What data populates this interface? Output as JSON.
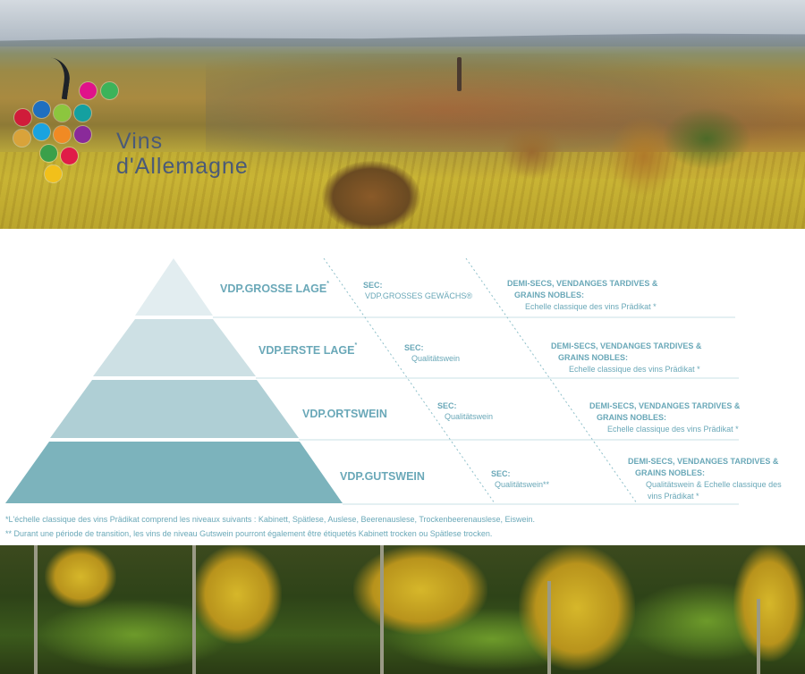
{
  "logo": {
    "line1": "Vins",
    "line2": "d'Allemagne",
    "grape_colors": [
      "#e0128a",
      "#3cb35a",
      "#d01c3a",
      "#1f6fc0",
      "#8cc63e",
      "#14a0a0",
      "#d9a33a",
      "#1aa3e0",
      "#f08a24",
      "#8a2a9a",
      "#3aa04a",
      "#e01c48",
      "#f2c01a"
    ]
  },
  "pyramid": {
    "tiers": [
      {
        "label": "VDP.GROSSE LAGE",
        "sup": "*",
        "color": "#e2edf0"
      },
      {
        "label": "VDP.ERSTE LAGE",
        "sup": "*",
        "color": "#cde0e4"
      },
      {
        "label": "VDP.ORTSWEIN",
        "sup": "",
        "color": "#afcfd5"
      },
      {
        "label": "VDP.GUTSWEIN",
        "sup": "",
        "color": "#7cb3bc"
      }
    ]
  },
  "sec": [
    {
      "heading": "SEC:",
      "value": "VDP.GROSSES GEWÄCHS®"
    },
    {
      "heading": "SEC:",
      "value": "Qualitätswein"
    },
    {
      "heading": "SEC:",
      "value": "Qualitätswein"
    },
    {
      "heading": "SEC:",
      "value": "Qualitätswein**"
    }
  ],
  "demi_secs": [
    {
      "heading1": "DEMI-SECS, VENDANGES TARDIVES &",
      "heading2": "GRAINS NOBLES:",
      "value": "Echelle classique des vins Prädikat *",
      "value2": ""
    },
    {
      "heading1": "DEMI-SECS, VENDANGES TARDIVES &",
      "heading2": "GRAINS NOBLES:",
      "value": "Echelle classique des vins Prädikat *",
      "value2": ""
    },
    {
      "heading1": "DEMI-SECS, VENDANGES TARDIVES &",
      "heading2": "GRAINS NOBLES:",
      "value": "Echelle classique des vins Prädikat *",
      "value2": ""
    },
    {
      "heading1": "DEMI-SECS, VENDANGES TARDIVES &",
      "heading2": "GRAINS NOBLES:",
      "value": "Qualitätswein & Echelle classique des",
      "value2": "vins Prädikat *"
    }
  ],
  "footnotes": [
    "*L'échelle classique des vins Prädikat comprend les niveaux suivants : Kabinett, Spätlese, Auslese, Beerenauslese, Trockenbeerenauslese, Eiswein.",
    "** Durant une période de transition, les vins de niveau Gutswein pourront également être étiquetés Kabinett trocken ou Spätlese trocken."
  ],
  "colors": {
    "text_accent": "#6aa8b8",
    "separator": "#cfe2e6",
    "dashed": "#8fc0ca"
  }
}
